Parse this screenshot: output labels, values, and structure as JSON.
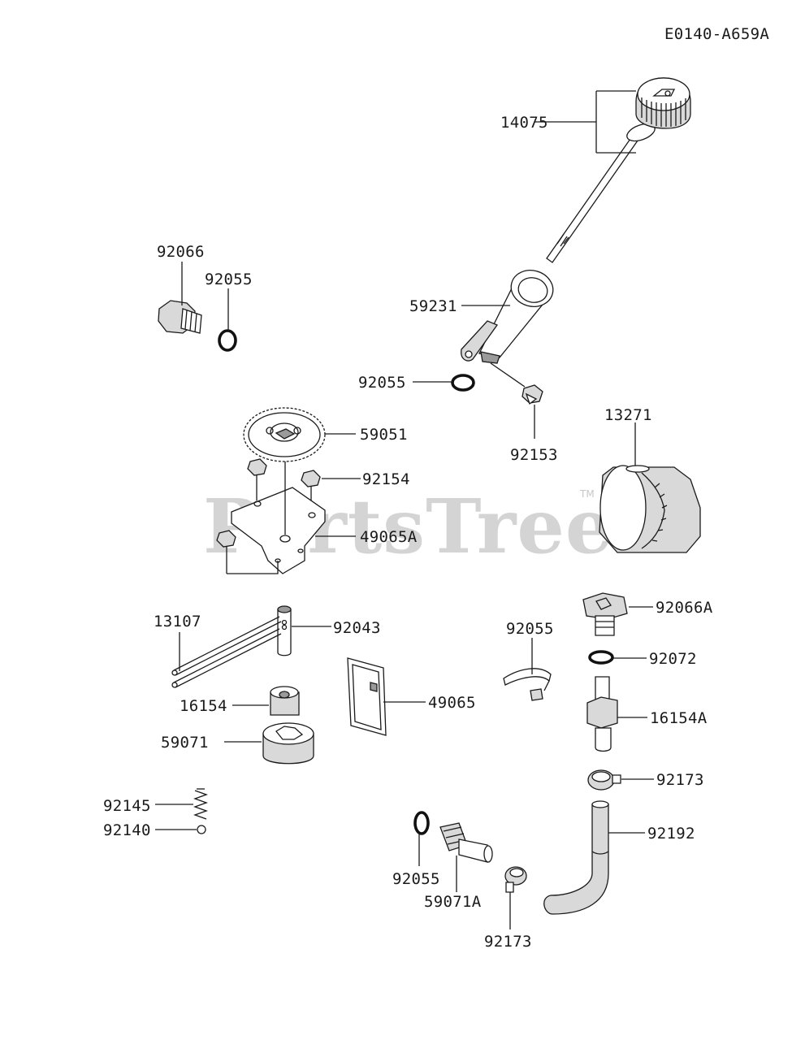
{
  "diagram": {
    "id": "E0140-A659A",
    "watermark": "PartsTree",
    "watermark_mark": "TM"
  },
  "callouts": [
    {
      "key": "p14075",
      "text": "14075"
    },
    {
      "key": "p92066",
      "text": "92066"
    },
    {
      "key": "p92055_a",
      "text": "92055"
    },
    {
      "key": "p59231",
      "text": "59231"
    },
    {
      "key": "p92055_b",
      "text": "92055"
    },
    {
      "key": "p92153",
      "text": "92153"
    },
    {
      "key": "p59051",
      "text": "59051"
    },
    {
      "key": "p92154",
      "text": "92154"
    },
    {
      "key": "p49065A",
      "text": "49065A"
    },
    {
      "key": "p13271",
      "text": "13271"
    },
    {
      "key": "p92043",
      "text": "92043"
    },
    {
      "key": "p13107",
      "text": "13107"
    },
    {
      "key": "p92066A",
      "text": "92066A"
    },
    {
      "key": "p92072",
      "text": "92072"
    },
    {
      "key": "p92055_c",
      "text": "92055"
    },
    {
      "key": "p16154",
      "text": "16154"
    },
    {
      "key": "p49065",
      "text": "49065"
    },
    {
      "key": "p59071",
      "text": "59071"
    },
    {
      "key": "p16154A",
      "text": "16154A"
    },
    {
      "key": "p92173_a",
      "text": "92173"
    },
    {
      "key": "p92145",
      "text": "92145"
    },
    {
      "key": "p92140",
      "text": "92140"
    },
    {
      "key": "p92192",
      "text": "92192"
    },
    {
      "key": "p92055_d",
      "text": "92055"
    },
    {
      "key": "p59071A",
      "text": "59071A"
    },
    {
      "key": "p92173_b",
      "text": "92173"
    }
  ]
}
